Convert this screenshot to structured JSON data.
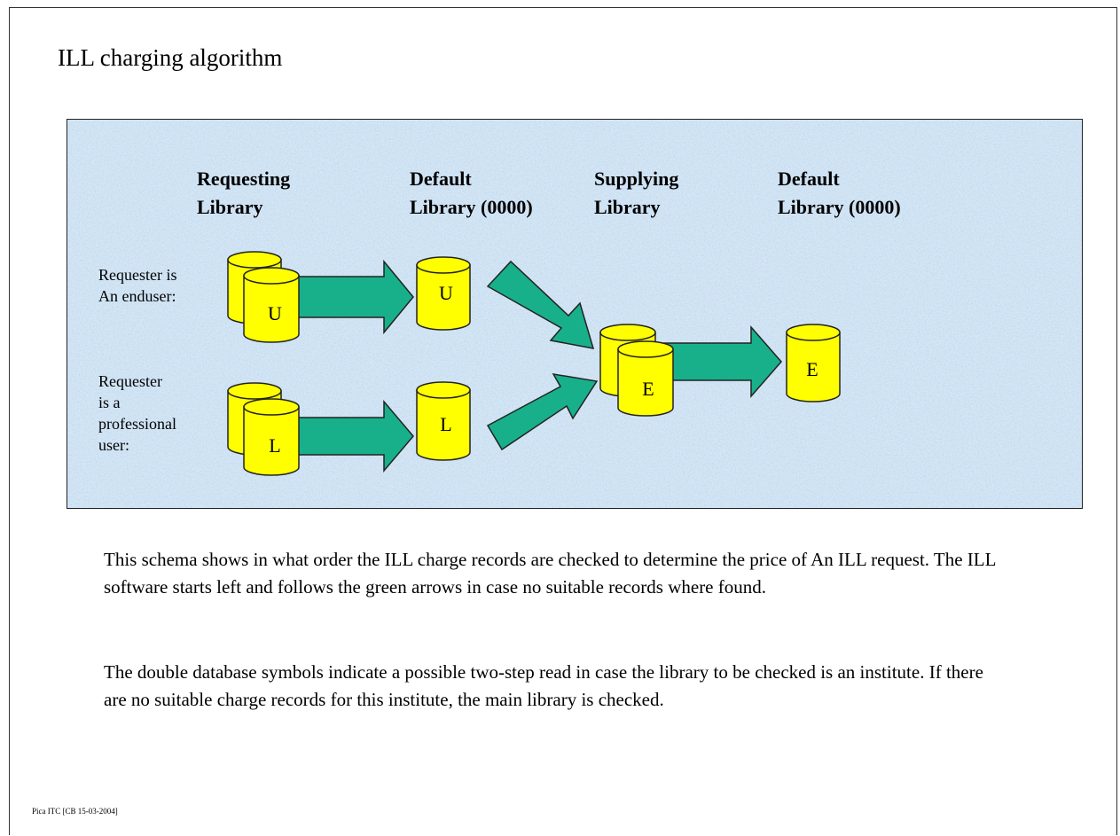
{
  "title": "ILL charging algorithm",
  "columns": {
    "requesting": "Requesting\nLibrary",
    "default_left": "Default\nLibrary (0000)",
    "supplying": "Supplying\nLibrary",
    "default_right": "Default\nLibrary (0000)"
  },
  "rows": {
    "enduser": "Requester is\nAn enduser:",
    "professional": "Requester\nis a\nprofessional\nuser:"
  },
  "db_labels": {
    "u": "U",
    "l": "L",
    "e": "E"
  },
  "colors": {
    "db_fill": "#ffff00",
    "arrow_fill": "#18b08a",
    "panel_bg": "#cfe4f2"
  },
  "description": {
    "para1": "This schema shows in what order the ILL charge records are checked to determine the price of An ILL request. The ILL software starts left and follows the green arrows in case no suitable records where found.",
    "para2": "The double database symbols indicate a possible two-step read in case the library to be checked is an institute. If there are no suitable charge records for this institute, the main library is checked."
  },
  "footer": "Pica ITC [CB 15-03-2004]"
}
